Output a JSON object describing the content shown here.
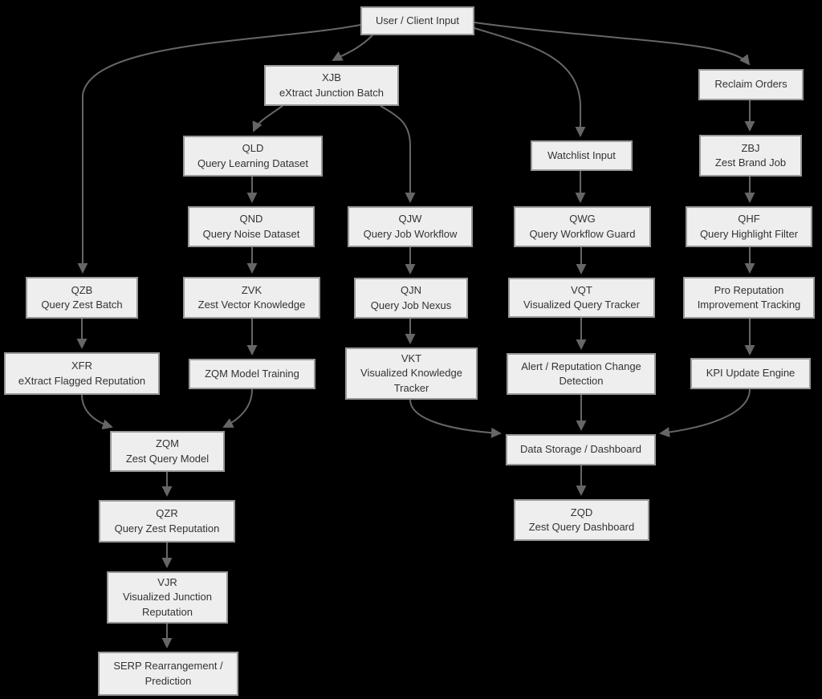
{
  "colors": {
    "background": "#000000",
    "node_fill": "#eeeeee",
    "node_border": "#999999",
    "edge": "#666666",
    "text": "#333333"
  },
  "nodes": {
    "user_client_input": {
      "label": "User / Client Input"
    },
    "xjb": {
      "code": "XJB",
      "label": "eXtract Junction Batch"
    },
    "qld": {
      "code": "QLD",
      "label": "Query Learning Dataset"
    },
    "qnd": {
      "code": "QND",
      "label": "Query Noise Dataset"
    },
    "qjw": {
      "code": "QJW",
      "label": "Query Job Workflow"
    },
    "watchlist_input": {
      "label": "Watchlist Input"
    },
    "reclaim_orders": {
      "label": "Reclaim Orders"
    },
    "zbj": {
      "code": "ZBJ",
      "label": "Zest Brand Job"
    },
    "qwg": {
      "code": "QWG",
      "label": "Query Workflow Guard"
    },
    "qhf": {
      "code": "QHF",
      "label": "Query Highlight Filter"
    },
    "qzb": {
      "code": "QZB",
      "label": "Query Zest Batch"
    },
    "zvk": {
      "code": "ZVK",
      "label": "Zest Vector Knowledge"
    },
    "qjn": {
      "code": "QJN",
      "label": "Query Job Nexus"
    },
    "vqt": {
      "code": "VQT",
      "label": "Visualized Query Tracker"
    },
    "pro_reputation": {
      "label": "Pro Reputation Improvement Tracking"
    },
    "xfr": {
      "code": "XFR",
      "label": "eXtract Flagged Reputation"
    },
    "zqm_model_training": {
      "label": "ZQM Model Training"
    },
    "vkt": {
      "code": "VKT",
      "label": "Visualized Knowledge Tracker"
    },
    "alert_detection": {
      "label": "Alert / Reputation Change Detection"
    },
    "kpi_update_engine": {
      "label": "KPI Update Engine"
    },
    "zqm": {
      "code": "ZQM",
      "label": "Zest Query Model"
    },
    "data_storage": {
      "label": "Data Storage / Dashboard"
    },
    "zqd": {
      "code": "ZQD",
      "label": "Zest Query Dashboard"
    },
    "qzr": {
      "code": "QZR",
      "label": "Query Zest Reputation"
    },
    "vjr": {
      "code": "VJR",
      "label": "Visualized Junction Reputation"
    },
    "serp": {
      "label": "SERP Rearrangement / Prediction"
    }
  },
  "edges": [
    {
      "from": "user_client_input",
      "to": "xjb"
    },
    {
      "from": "user_client_input",
      "to": "qzb"
    },
    {
      "from": "user_client_input",
      "to": "watchlist_input"
    },
    {
      "from": "user_client_input",
      "to": "reclaim_orders"
    },
    {
      "from": "xjb",
      "to": "qld"
    },
    {
      "from": "xjb",
      "to": "qjw"
    },
    {
      "from": "qld",
      "to": "qnd"
    },
    {
      "from": "qnd",
      "to": "zvk"
    },
    {
      "from": "zvk",
      "to": "zqm_model_training"
    },
    {
      "from": "zqm_model_training",
      "to": "zqm"
    },
    {
      "from": "qzb",
      "to": "xfr"
    },
    {
      "from": "xfr",
      "to": "zqm"
    },
    {
      "from": "zqm",
      "to": "qzr"
    },
    {
      "from": "qzr",
      "to": "vjr"
    },
    {
      "from": "vjr",
      "to": "serp"
    },
    {
      "from": "qjw",
      "to": "qjn"
    },
    {
      "from": "qjn",
      "to": "vkt"
    },
    {
      "from": "vkt",
      "to": "data_storage"
    },
    {
      "from": "watchlist_input",
      "to": "qwg"
    },
    {
      "from": "qwg",
      "to": "vqt"
    },
    {
      "from": "vqt",
      "to": "alert_detection"
    },
    {
      "from": "alert_detection",
      "to": "data_storage"
    },
    {
      "from": "reclaim_orders",
      "to": "zbj"
    },
    {
      "from": "zbj",
      "to": "qhf"
    },
    {
      "from": "qhf",
      "to": "pro_reputation"
    },
    {
      "from": "pro_reputation",
      "to": "kpi_update_engine"
    },
    {
      "from": "kpi_update_engine",
      "to": "data_storage"
    },
    {
      "from": "data_storage",
      "to": "zqd"
    }
  ]
}
